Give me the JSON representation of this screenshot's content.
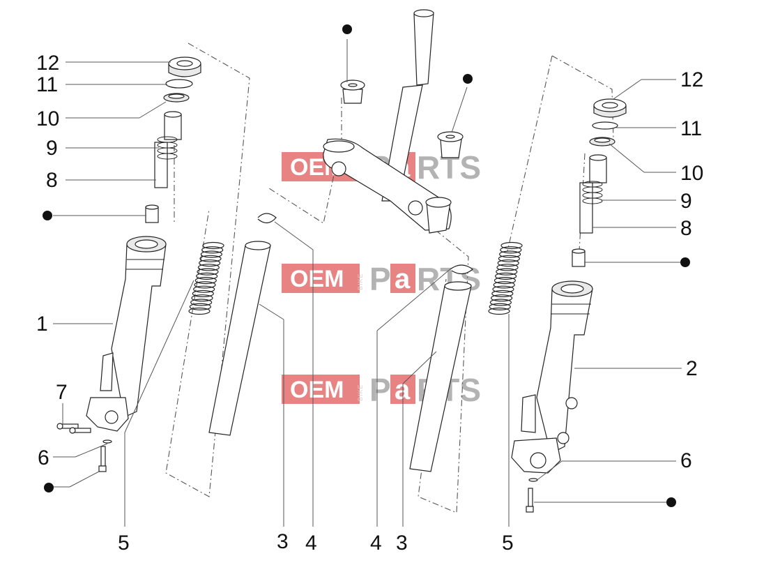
{
  "watermark": {
    "oem": "OEM",
    "bike": "BIKE",
    "p": "P",
    "a": "a",
    "rts": "RTS",
    "accent": "#e05a5a"
  },
  "labels": {
    "l12": "12",
    "l11": "11",
    "l10": "10",
    "l9": "9",
    "l8": "8",
    "l1": "1",
    "l7": "7",
    "l6": "6",
    "l5": "5",
    "m3": "3",
    "m4": "4",
    "m4b": "4",
    "m3b": "3",
    "r12": "12",
    "r11": "11",
    "r10": "10",
    "r9": "9",
    "r8": "8",
    "r2": "2",
    "r6": "6",
    "r5": "5"
  }
}
